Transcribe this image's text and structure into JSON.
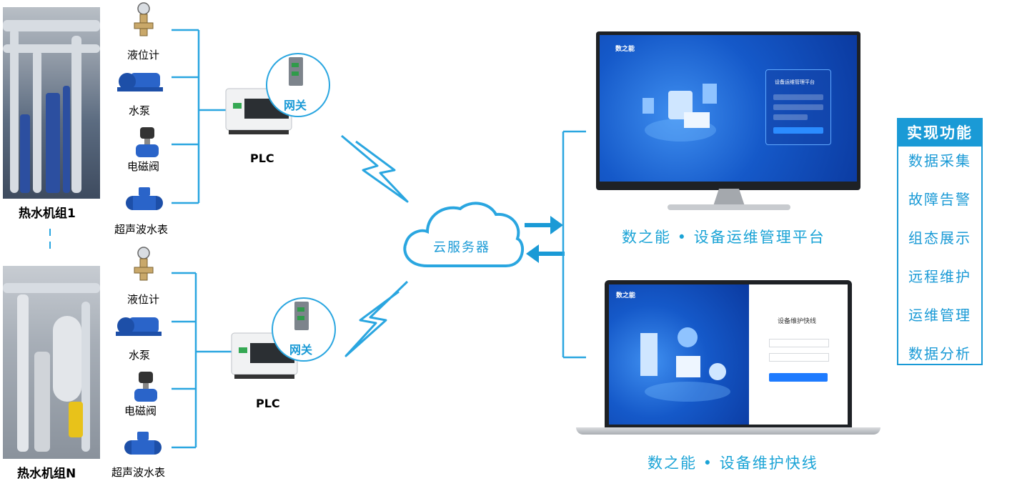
{
  "units": [
    {
      "label": "热水机组1"
    },
    {
      "label": "热水机组N"
    }
  ],
  "devices": {
    "level_gauge": "液位计",
    "water_pump": "水泵",
    "solenoid_valve": "电磁阀",
    "ultrasonic_meter": "超声波水表"
  },
  "plc_label": "PLC",
  "gateway_label": "网关",
  "cloud_label": "云服务器",
  "platforms": {
    "desktop": {
      "caption": "数之能 • 设备运维管理平台",
      "logo": "数之能",
      "login_title": "设备运维管理平台"
    },
    "laptop": {
      "caption": "数之能 • 设备维护快线",
      "logo": "数之能",
      "login_title": "设备维护快线"
    }
  },
  "functions": {
    "title": "实现功能",
    "items": [
      "数据采集",
      "故障告警",
      "组态展示",
      "远程维护",
      "运维管理",
      "数据分析"
    ]
  },
  "colors": {
    "accent": "#1a9ad6",
    "line": "#2aa6e0"
  }
}
